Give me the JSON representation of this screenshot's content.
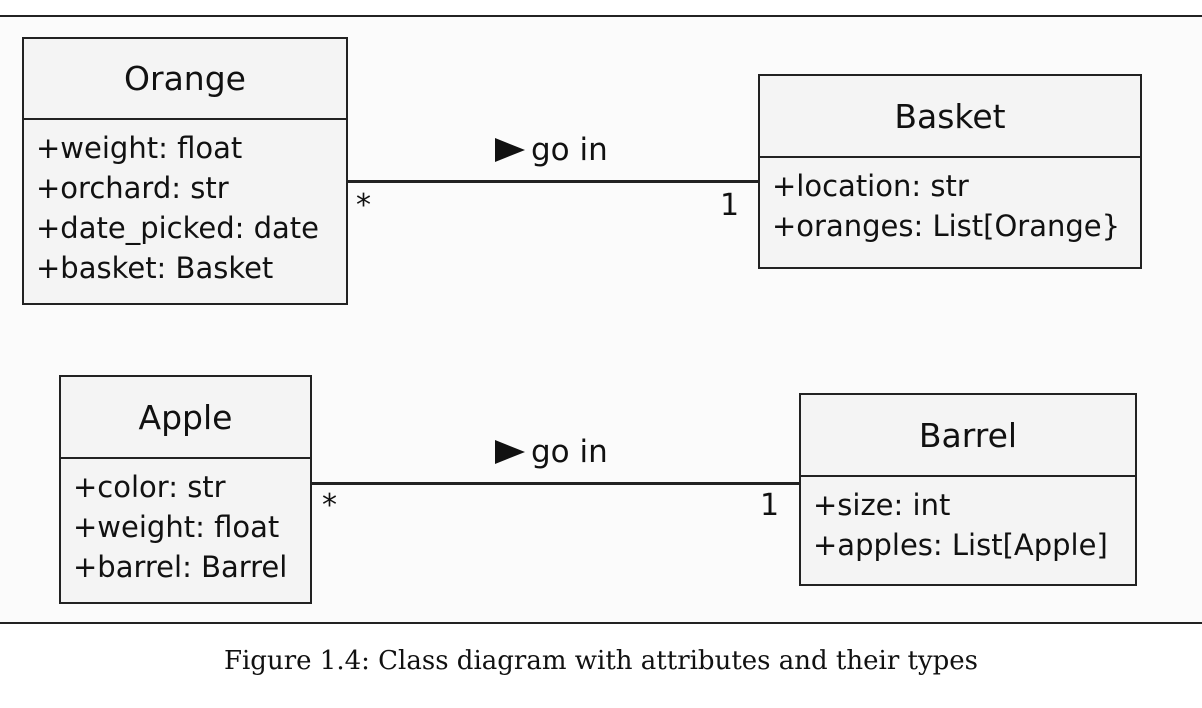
{
  "classes": {
    "orange": {
      "name": "Orange",
      "attributes": [
        "+weight: float",
        "+orchard: str",
        "+date_picked: date",
        "+basket: Basket"
      ]
    },
    "basket": {
      "name": "Basket",
      "attributes": [
        "+location: str",
        "+oranges: List[Orange}"
      ]
    },
    "apple": {
      "name": "Apple",
      "attributes": [
        "+color: str",
        "+weight: float",
        "+barrel: Barrel"
      ]
    },
    "barrel": {
      "name": "Barrel",
      "attributes": [
        "+size: int",
        "+apples: List[Apple]"
      ]
    }
  },
  "associations": {
    "orange_basket": {
      "label": "go in",
      "source_multiplicity": "*",
      "target_multiplicity": "1"
    },
    "apple_barrel": {
      "label": "go in",
      "source_multiplicity": "*",
      "target_multiplicity": "1"
    }
  },
  "caption": "Figure 1.4: Class diagram with attributes and their types"
}
